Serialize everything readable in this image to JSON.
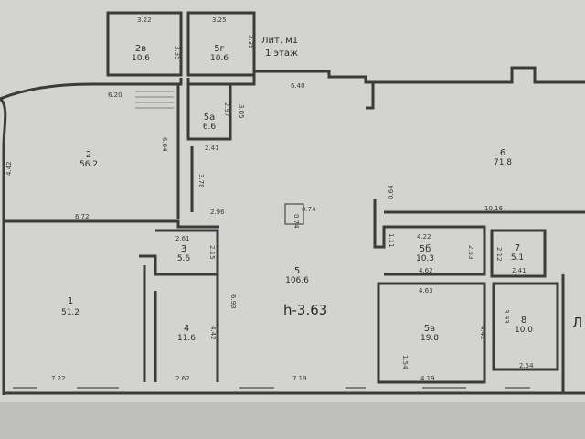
{
  "header": {
    "title": "Лит. м1",
    "floor": "1 этаж"
  },
  "height_label": "h-3.63",
  "edge_marker": "Л",
  "rooms": [
    {
      "num": "2в",
      "area": "10.6"
    },
    {
      "num": "5г",
      "area": "10.6"
    },
    {
      "num": "5а",
      "area": "6.6"
    },
    {
      "num": "2",
      "area": "56.2"
    },
    {
      "num": "6",
      "area": "71.8"
    },
    {
      "num": "3",
      "area": "5.6"
    },
    {
      "num": "5",
      "area": "106.6"
    },
    {
      "num": "5б",
      "area": "10.3"
    },
    {
      "num": "7",
      "area": "5.1"
    },
    {
      "num": "1",
      "area": "51.2"
    },
    {
      "num": "4",
      "area": "11.6"
    },
    {
      "num": "5в",
      "area": "19.8"
    },
    {
      "num": "8",
      "area": "10.0"
    }
  ],
  "dimensions": [
    "3.22",
    "3.25",
    "3.35",
    "3.35",
    "6.20",
    "6.40",
    "2.97",
    "3.05",
    "2.41",
    "6.84",
    "4.42",
    "3.78",
    "6.72",
    "2.96",
    "0.74",
    "0.74",
    "0.64",
    "10.16",
    "1.11",
    "4.22",
    "2.53",
    "2.12",
    "2.61",
    "2.15",
    "4.62",
    "4.63",
    "2.41",
    "6.93",
    "3.93",
    "4.42",
    "4.42",
    "1.54",
    "7.22",
    "2.62",
    "7.19",
    "4.19",
    "2.54"
  ]
}
